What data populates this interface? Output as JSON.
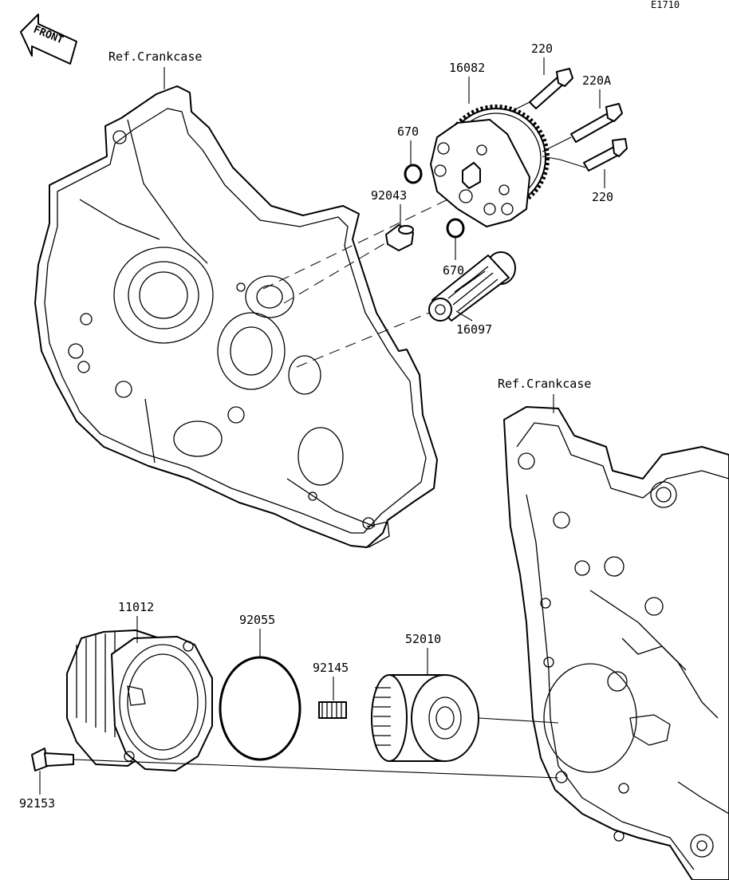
{
  "diagram_code": "E1710",
  "front_label": "FRONT",
  "ref_labels": {
    "upper": "Ref.Crankcase",
    "lower": "Ref.Crankcase"
  },
  "parts": {
    "p220_top": "220",
    "p16082": "16082",
    "p220A": "220A",
    "p670_top": "670",
    "p220_right": "220",
    "p92043": "92043",
    "p670_bottom": "670",
    "p16097": "16097",
    "p11012": "11012",
    "p92055": "92055",
    "p92145": "92145",
    "p52010": "52010",
    "p92153": "92153"
  }
}
